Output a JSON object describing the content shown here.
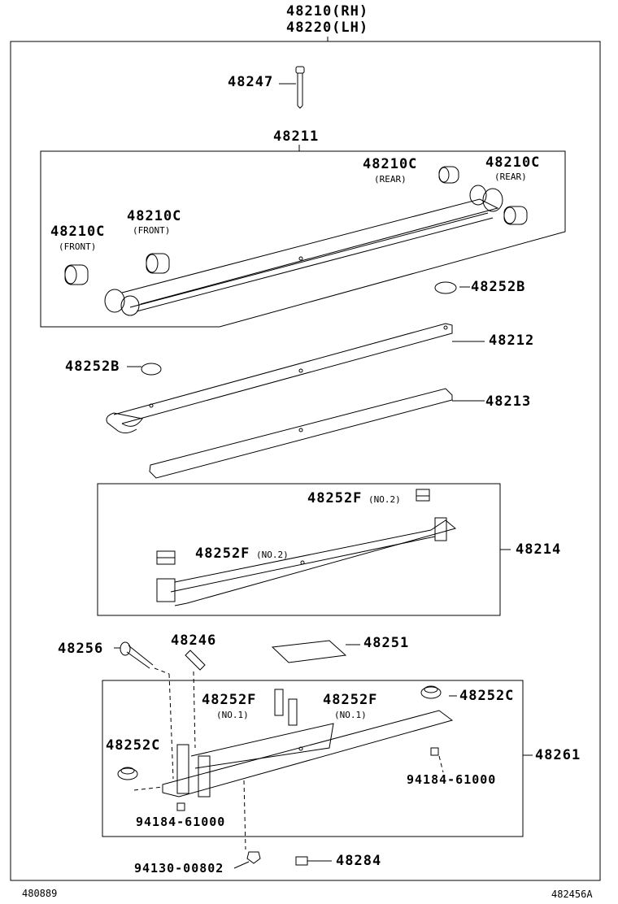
{
  "assembly": {
    "rh": "48210(RH)",
    "lh": "48220(LH)"
  },
  "parts": {
    "p48247": "48247",
    "p48211": "48211",
    "p48210c_rear_a": "48210C",
    "p48210c_rear_a_note": "(REAR)",
    "p48210c_rear_b": "48210C",
    "p48210c_rear_b_note": "(REAR)",
    "p48210c_front_a": "48210C",
    "p48210c_front_a_note": "(FRONT)",
    "p48210c_front_b": "48210C",
    "p48210c_front_b_note": "(FRONT)",
    "p48252b_a": "48252B",
    "p48212": "48212",
    "p48252b_b": "48252B",
    "p48213": "48213",
    "p48252f_no2_a": "48252F",
    "p48252f_no2_a_note": "(NO.2)",
    "p48252f_no2_b": "48252F",
    "p48252f_no2_b_note": "(NO.2)",
    "p48214": "48214",
    "p48256": "48256",
    "p48246": "48246",
    "p48251": "48251",
    "p48252f_no1_a": "48252F",
    "p48252f_no1_a_note": "(NO.1)",
    "p48252f_no1_b": "48252F",
    "p48252f_no1_b_note": "(NO.1)",
    "p48252c_a": "48252C",
    "p48252c_b": "48252C",
    "p48261": "48261",
    "p94184_a": "94184-61000",
    "p94184_b": "94184-61000",
    "p94130": "94130-00802",
    "p48284": "48284"
  },
  "footer": {
    "left": "480889",
    "right": "482456A"
  }
}
